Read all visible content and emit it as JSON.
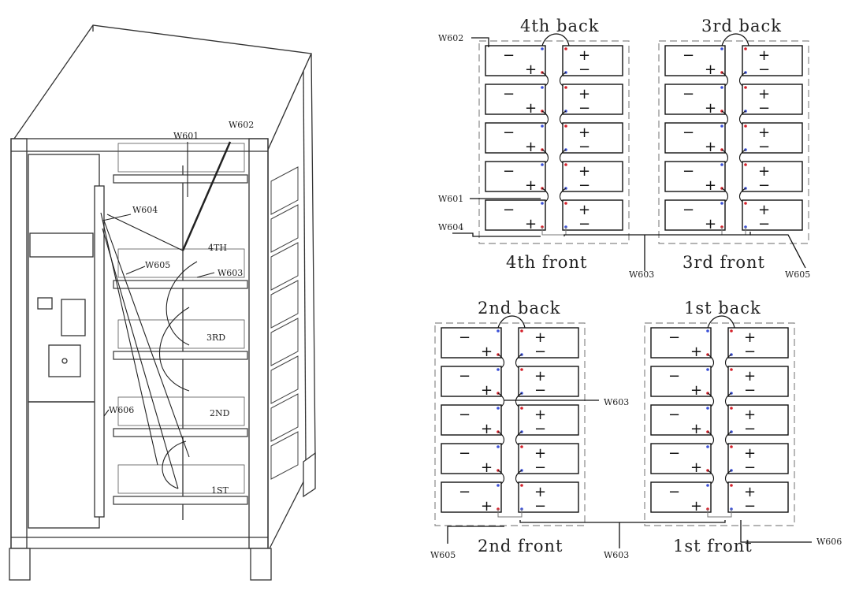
{
  "cabinet": {
    "wires": [
      "W601",
      "W602",
      "W604",
      "W605",
      "W603",
      "W606"
    ],
    "shelves": [
      "4TH",
      "3RD",
      "2ND",
      "1ST"
    ]
  },
  "schematic": {
    "groups": [
      {
        "back": "4th back",
        "front": "4th front"
      },
      {
        "back": "3rd back",
        "front": "3rd front"
      },
      {
        "back": "2nd back",
        "front": "2nd front"
      },
      {
        "back": "1st back",
        "front": "1st front"
      }
    ],
    "wires": {
      "w602": "W602",
      "w601": "W601",
      "w604": "W604",
      "w603_top": "W603",
      "w605_top": "W605",
      "w603_mid": "W603",
      "w605_bottom": "W605",
      "w603_bottom": "W603",
      "w606": "W606"
    },
    "plus_sign": "+",
    "minus_sign": "−",
    "terminal_colors": {
      "positive": "#d4202a",
      "negative": "#3a4fd6"
    }
  }
}
